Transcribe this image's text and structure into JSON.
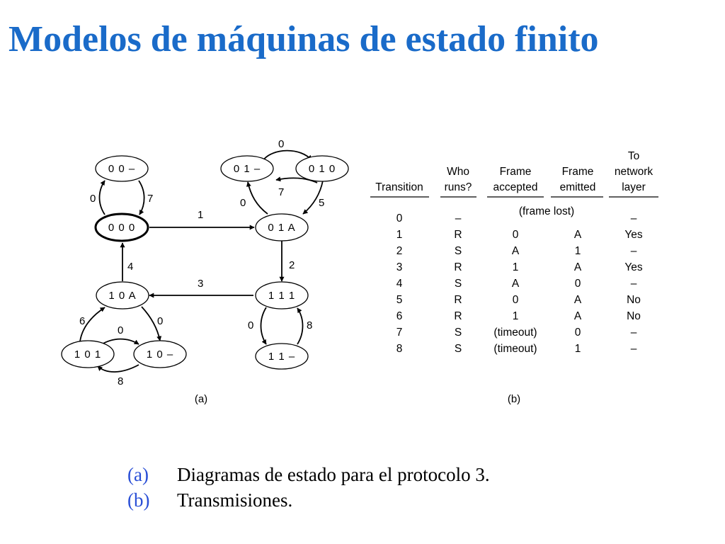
{
  "title": "Modelos de máquinas de estado finito",
  "diagram": {
    "states": [
      "0 0 –",
      "0 0 0",
      "0 1 –",
      "0 1 0",
      "0 1 A",
      "1 0 A",
      "1 1 1",
      "1 0 1",
      "1 0 –",
      "1 1 –"
    ],
    "initial_state": "0 0 0",
    "transitions": [
      {
        "from": "0 0 0",
        "to": "0 0 –",
        "label": "0"
      },
      {
        "from": "0 0 –",
        "to": "0 0 0",
        "label": "7"
      },
      {
        "from": "0 0 0",
        "to": "0 1 A",
        "label": "1"
      },
      {
        "from": "0 1 –",
        "to": "0 1 0",
        "label": "0"
      },
      {
        "from": "0 1 0",
        "to": "0 1 –",
        "label": "7"
      },
      {
        "from": "0 1 A",
        "to": "0 1 –",
        "label": "0"
      },
      {
        "from": "0 1 0",
        "to": "0 1 A",
        "label": "5"
      },
      {
        "from": "0 1 A",
        "to": "1 1 1",
        "label": "2"
      },
      {
        "from": "1 1 1",
        "to": "1 0 A",
        "label": "3"
      },
      {
        "from": "1 0 A",
        "to": "0 0 0",
        "label": "4"
      },
      {
        "from": "1 0 1",
        "to": "1 0 A",
        "label": "6"
      },
      {
        "from": "1 0 A",
        "to": "1 0 –",
        "label": "0"
      },
      {
        "from": "1 0 1",
        "to": "1 0 –",
        "label": "0"
      },
      {
        "from": "1 0 –",
        "to": "1 0 1",
        "label": "8"
      },
      {
        "from": "1 1 1",
        "to": "1 1 –",
        "label": "0"
      },
      {
        "from": "1 1 –",
        "to": "1 1 1",
        "label": "8"
      }
    ],
    "caption": "(a)"
  },
  "table": {
    "headers": [
      [
        "Transition"
      ],
      [
        "Who",
        "runs?"
      ],
      [
        "Frame",
        "accepted"
      ],
      [
        "Frame",
        "emitted"
      ],
      [
        "To",
        "network",
        "layer"
      ]
    ],
    "rows": [
      [
        "0",
        "–",
        "(frame lost)",
        "",
        "–"
      ],
      [
        "1",
        "R",
        "0",
        "A",
        "Yes"
      ],
      [
        "2",
        "S",
        "A",
        "1",
        "–"
      ],
      [
        "3",
        "R",
        "1",
        "A",
        "Yes"
      ],
      [
        "4",
        "S",
        "A",
        "0",
        "–"
      ],
      [
        "5",
        "R",
        "0",
        "A",
        "No"
      ],
      [
        "6",
        "R",
        "1",
        "A",
        "No"
      ],
      [
        "7",
        "S",
        "(timeout)",
        "0",
        "–"
      ],
      [
        "8",
        "S",
        "(timeout)",
        "1",
        "–"
      ]
    ],
    "caption": "(b)"
  },
  "captions": [
    {
      "marker": "(a)",
      "text": "Diagramas de estado para el protocolo 3."
    },
    {
      "marker": "(b)",
      "text": "Transmisiones."
    }
  ]
}
